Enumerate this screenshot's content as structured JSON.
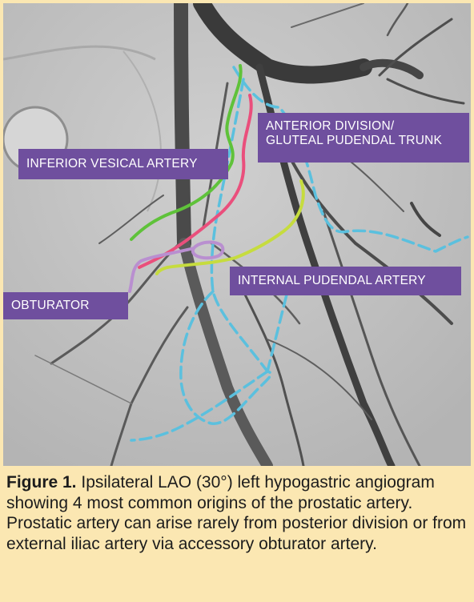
{
  "labels": {
    "anterior_division_line1": "ANTERIOR DIVISION/",
    "anterior_division_line2": "GLUTEAL PUDENDAL TRUNK",
    "inferior_vesical": "INFERIOR VESICAL ARTERY",
    "internal_pudendal": "INTERNAL PUDENDAL ARTERY",
    "obturator": "OBTURATOR"
  },
  "caption": {
    "figure_label": "Figure 1.",
    "text": "Ipsilateral LAO (30°) left hypogastric angiogram showing 4 most common origins of the prostatic artery. Prostatic artery can arise rarely from posterior division or from external iliac artery via accessory obturator artery."
  },
  "colors": {
    "label_background": "#6f4f9e",
    "page_background": "#fbe7b2",
    "inferior_vesical_trace": "#5fc23a",
    "anterior_division_trace": "#ea4f7c",
    "internal_pudendal_trace": "#c6dc3e",
    "obturator_trace": "#b98fd0",
    "main_trunk_trace": "#5bc0de"
  }
}
